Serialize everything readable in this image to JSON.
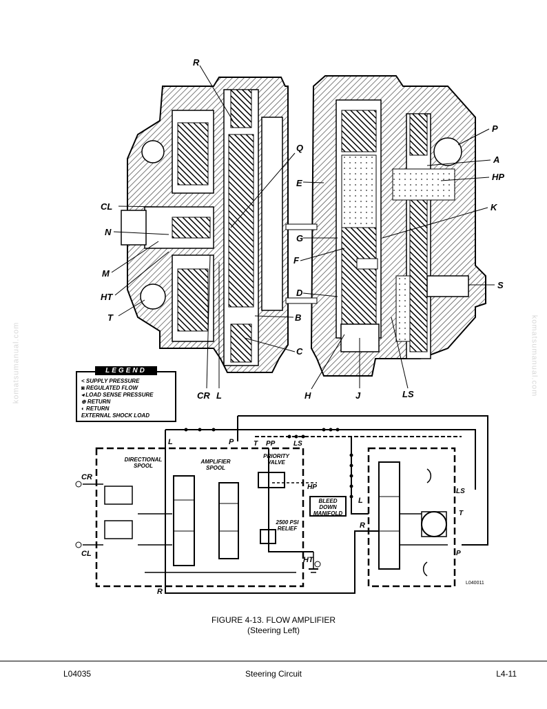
{
  "top_labels": {
    "R": "R",
    "Q": "Q",
    "CL": "CL",
    "N": "N",
    "M": "M",
    "HT": "HT",
    "T": "T",
    "CR": "CR",
    "L": "L",
    "G": "G",
    "F": "F",
    "E": "E",
    "D": "D",
    "B": "B",
    "C": "C",
    "H": "H",
    "J": "J",
    "LS": "LS",
    "S": "S",
    "K": "K",
    "HP": "HP",
    "A": "A",
    "P": "P"
  },
  "legend": {
    "title": "LEGEND",
    "items": [
      "< SUPPLY PRESSURE",
      "◙ REGULATED FLOW",
      "◂ LOAD SENSE PRESSURE",
      "⊕ RETURN",
      "◐ RETURN",
      "EXTERNAL SHOCK LOAD"
    ]
  },
  "schematic": {
    "L1": "L",
    "P1": "P",
    "T": "T",
    "PP": "PP",
    "LS1": "LS",
    "directional_spool": "DIRECTIONAL\nSPOOL",
    "amplifier_spool": "AMPLIFIER\nSPOOL",
    "priority_valve": "PRIORITY\nVALVE",
    "relief": "2500 PSI\nRELIEF",
    "bleed_down": "BLEED\nDOWN\nMANIFOLD",
    "HP": "HP",
    "HT": "HT",
    "CR": "CR",
    "CL": "CL",
    "R1": "R",
    "R2": "R",
    "L2": "L",
    "LS2": "LS",
    "T2": "T",
    "P2": "P",
    "code": "L040011"
  },
  "caption": {
    "line1": "FIGURE 4-13. FLOW AMPLIFIER",
    "line2": "(Steering Left)"
  },
  "footer": {
    "left": "L04035",
    "center": "Steering Circuit",
    "right": "L4-11"
  },
  "watermark": "komatsumanual.com"
}
